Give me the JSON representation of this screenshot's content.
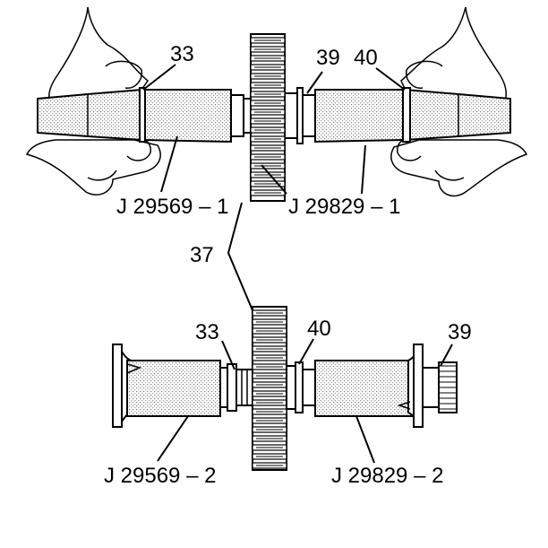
{
  "labels": {
    "top_seal_left": "33",
    "top_bushing": "39",
    "top_seal_right": "40",
    "top_tool_left": "J 29569 – 1",
    "top_tool_right": "J 29829 – 1",
    "gear_ref": "37",
    "bottom_seal_left": "33",
    "bottom_seal_right": "40",
    "bottom_shaft": "39",
    "bottom_tool_left": "J 29569 – 2",
    "bottom_tool_right": "J 29829 – 2"
  }
}
